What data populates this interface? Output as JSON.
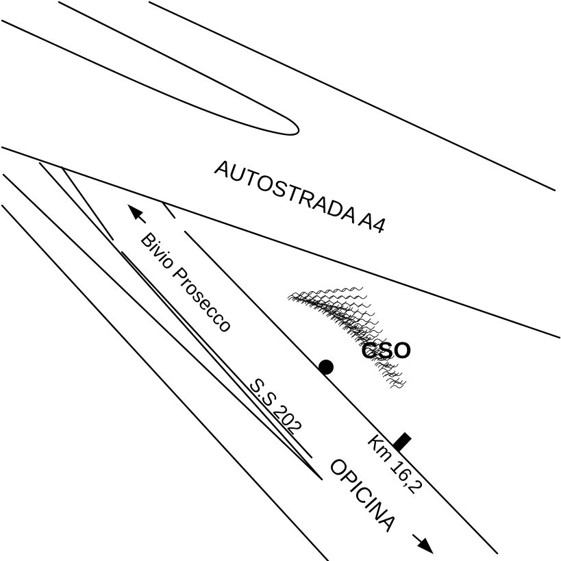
{
  "map": {
    "labels": {
      "motorway": "AUTOSTRADA  A4",
      "junction": "Bivio Prosecco",
      "state_road": "S.S 202",
      "site": "CSO",
      "kilometre": "Km 16,2",
      "town": "OPICINA"
    },
    "icons": {
      "direction_to_junction": "arrow-northwest-icon",
      "direction_to_town": "arrow-southeast-icon",
      "site_point": "location-dot-icon",
      "km_marker": "km-marker-icon",
      "terrain": "hill-hatching"
    },
    "colors": {
      "ink": "#000000",
      "paper": "#ffffff"
    }
  }
}
